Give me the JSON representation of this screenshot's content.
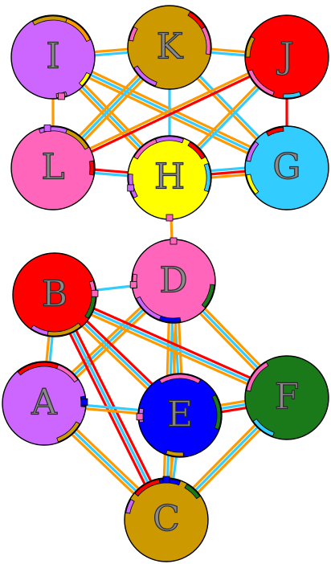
{
  "colors": {
    "red": "#ff0000",
    "blue": "#0000ff",
    "sky": "#33ccff",
    "orange": "#ff9900",
    "gold": "#cc9900",
    "violet": "#cc66ff",
    "pink": "#ff66bb",
    "yellow": "#ffff00",
    "green": "#1a7a1a"
  },
  "nodes": [
    {
      "id": "I",
      "label": "I",
      "fill": "#cc66ff"
    },
    {
      "id": "K",
      "label": "K",
      "fill": "#cc9900"
    },
    {
      "id": "J",
      "label": "J",
      "fill": "#ff0000"
    },
    {
      "id": "L",
      "label": "L",
      "fill": "#ff66bb"
    },
    {
      "id": "H",
      "label": "H",
      "fill": "#ffff00"
    },
    {
      "id": "G",
      "label": "G",
      "fill": "#33ccff"
    },
    {
      "id": "D",
      "label": "D",
      "fill": "#ff66bb"
    },
    {
      "id": "B",
      "label": "B",
      "fill": "#ff0000"
    },
    {
      "id": "A",
      "label": "A",
      "fill": "#cc66ff"
    },
    {
      "id": "E",
      "label": "E",
      "fill": "#0000ff"
    },
    {
      "id": "F",
      "label": "F",
      "fill": "#1a7a1a"
    },
    {
      "id": "C",
      "label": "C",
      "fill": "#cc9900"
    }
  ],
  "edges": [
    {
      "from": "I",
      "to": "K",
      "colors": [
        "orange",
        "sky"
      ]
    },
    {
      "from": "I",
      "to": "L",
      "colors": [
        "orange"
      ]
    },
    {
      "from": "I",
      "to": "H",
      "colors": [
        "orange",
        "sky",
        "orange"
      ]
    },
    {
      "from": "I",
      "to": "G",
      "colors": [
        "orange",
        "sky",
        "orange"
      ]
    },
    {
      "from": "K",
      "to": "J",
      "colors": [
        "orange",
        "sky"
      ]
    },
    {
      "from": "K",
      "to": "L",
      "colors": [
        "orange",
        "sky",
        "orange"
      ]
    },
    {
      "from": "K",
      "to": "H",
      "colors": [
        "sky"
      ]
    },
    {
      "from": "K",
      "to": "G",
      "colors": [
        "sky",
        "orange"
      ]
    },
    {
      "from": "J",
      "to": "L",
      "colors": [
        "red",
        "orange"
      ]
    },
    {
      "from": "J",
      "to": "H",
      "colors": [
        "sky",
        "orange"
      ]
    },
    {
      "from": "J",
      "to": "G",
      "colors": [
        "red"
      ]
    },
    {
      "from": "L",
      "to": "H",
      "colors": [
        "red",
        "sky"
      ]
    },
    {
      "from": "H",
      "to": "G",
      "colors": [
        "sky",
        "red",
        "orange"
      ]
    },
    {
      "from": "H",
      "to": "D",
      "colors": [
        "orange"
      ]
    },
    {
      "from": "D",
      "to": "B",
      "colors": [
        "sky"
      ]
    },
    {
      "from": "D",
      "to": "A",
      "colors": [
        "orange",
        "sky",
        "orange"
      ]
    },
    {
      "from": "D",
      "to": "E",
      "colors": [
        "orange",
        "sky",
        "orange"
      ]
    },
    {
      "from": "D",
      "to": "F",
      "colors": [
        "orange",
        "sky",
        "orange"
      ]
    },
    {
      "from": "D",
      "to": "C",
      "colors": [
        "orange",
        "sky",
        "orange"
      ]
    },
    {
      "from": "B",
      "to": "A",
      "colors": [
        "sky",
        "orange"
      ]
    },
    {
      "from": "B",
      "to": "E",
      "colors": [
        "red",
        "sky",
        "orange"
      ]
    },
    {
      "from": "B",
      "to": "F",
      "colors": [
        "red",
        "sky",
        "orange"
      ]
    },
    {
      "from": "B",
      "to": "C",
      "colors": [
        "red",
        "sky",
        "red"
      ]
    },
    {
      "from": "A",
      "to": "E",
      "colors": [
        "sky",
        "orange"
      ]
    },
    {
      "from": "A",
      "to": "C",
      "colors": [
        "orange",
        "sky",
        "orange"
      ]
    },
    {
      "from": "E",
      "to": "F",
      "colors": [
        "orange",
        "sky",
        "red"
      ]
    },
    {
      "from": "E",
      "to": "C",
      "colors": [
        "sky",
        "orange"
      ]
    },
    {
      "from": "F",
      "to": "C",
      "colors": [
        "orange",
        "sky",
        "orange"
      ]
    }
  ],
  "arcs": [
    {
      "node": "I",
      "start": 330,
      "end": 20,
      "color": "gold"
    },
    {
      "node": "I",
      "start": 20,
      "end": 65,
      "color": "orange"
    },
    {
      "node": "I",
      "start": 115,
      "end": 135,
      "color": "yellow"
    },
    {
      "node": "I",
      "start": 160,
      "end": 175,
      "color": "pink"
    },
    {
      "node": "K",
      "start": 200,
      "end": 240,
      "color": "violet"
    },
    {
      "node": "K",
      "start": 280,
      "end": 300,
      "color": "pink"
    },
    {
      "node": "K",
      "start": 30,
      "end": 60,
      "color": "red"
    },
    {
      "node": "K",
      "start": 60,
      "end": 100,
      "color": "pink"
    },
    {
      "node": "J",
      "start": 200,
      "end": 250,
      "color": "pink"
    },
    {
      "node": "J",
      "start": 270,
      "end": 300,
      "color": "gold"
    },
    {
      "node": "J",
      "start": 160,
      "end": 185,
      "color": "sky"
    },
    {
      "node": "L",
      "start": 340,
      "end": 20,
      "color": "violet"
    },
    {
      "node": "L",
      "start": 20,
      "end": 60,
      "color": "gold"
    },
    {
      "node": "L",
      "start": 80,
      "end": 100,
      "color": "red"
    },
    {
      "node": "H",
      "start": 300,
      "end": 340,
      "color": "pink"
    },
    {
      "node": "H",
      "start": 340,
      "end": 20,
      "color": "violet"
    },
    {
      "node": "H",
      "start": 30,
      "end": 60,
      "color": "red"
    },
    {
      "node": "H",
      "start": 70,
      "end": 110,
      "color": "sky"
    },
    {
      "node": "H",
      "start": 240,
      "end": 275,
      "color": "violet"
    },
    {
      "node": "G",
      "start": 230,
      "end": 260,
      "color": "yellow"
    },
    {
      "node": "G",
      "start": 280,
      "end": 310,
      "color": "violet"
    },
    {
      "node": "G",
      "start": 330,
      "end": 355,
      "color": "red"
    },
    {
      "node": "D",
      "start": 170,
      "end": 200,
      "color": "blue"
    },
    {
      "node": "D",
      "start": 200,
      "end": 245,
      "color": "violet"
    },
    {
      "node": "D",
      "start": 95,
      "end": 130,
      "color": "green"
    },
    {
      "node": "D",
      "start": 260,
      "end": 280,
      "color": "pink"
    },
    {
      "node": "B",
      "start": 70,
      "end": 90,
      "color": "pink"
    },
    {
      "node": "B",
      "start": 90,
      "end": 125,
      "color": "green"
    },
    {
      "node": "B",
      "start": 140,
      "end": 190,
      "color": "gold"
    },
    {
      "node": "B",
      "start": 190,
      "end": 215,
      "color": "violet"
    },
    {
      "node": "A",
      "start": 320,
      "end": 20,
      "color": "red"
    },
    {
      "node": "A",
      "start": 20,
      "end": 55,
      "color": "pink"
    },
    {
      "node": "A",
      "start": 80,
      "end": 95,
      "color": "blue"
    },
    {
      "node": "A",
      "start": 120,
      "end": 160,
      "color": "gold"
    },
    {
      "node": "E",
      "start": 330,
      "end": 30,
      "color": "pink"
    },
    {
      "node": "E",
      "start": 60,
      "end": 110,
      "color": "green"
    },
    {
      "node": "E",
      "start": 175,
      "end": 200,
      "color": "gold"
    },
    {
      "node": "E",
      "start": 260,
      "end": 280,
      "color": "violet"
    },
    {
      "node": "F",
      "start": 280,
      "end": 330,
      "color": "pink"
    },
    {
      "node": "F",
      "start": 200,
      "end": 235,
      "color": "sky"
    },
    {
      "node": "C",
      "start": 310,
      "end": 350,
      "color": "red"
    },
    {
      "node": "C",
      "start": 350,
      "end": 20,
      "color": "blue"
    },
    {
      "node": "C",
      "start": 30,
      "end": 55,
      "color": "green"
    },
    {
      "node": "C",
      "start": 280,
      "end": 300,
      "color": "violet"
    }
  ],
  "ports": [
    {
      "node": "I",
      "angle": 168,
      "color": "pink"
    },
    {
      "node": "L",
      "angle": 352,
      "color": "violet"
    },
    {
      "node": "H",
      "angle": 180,
      "color": "pink"
    },
    {
      "node": "H",
      "angle": 255,
      "color": "violet"
    },
    {
      "node": "D",
      "angle": 0,
      "color": "pink"
    },
    {
      "node": "D",
      "angle": 265,
      "color": "pink"
    },
    {
      "node": "B",
      "angle": 88,
      "color": "pink"
    },
    {
      "node": "A",
      "angle": 88,
      "color": "blue"
    },
    {
      "node": "E",
      "angle": 268,
      "color": "pink"
    },
    {
      "node": "C",
      "angle": 0,
      "color": "blue"
    }
  ]
}
